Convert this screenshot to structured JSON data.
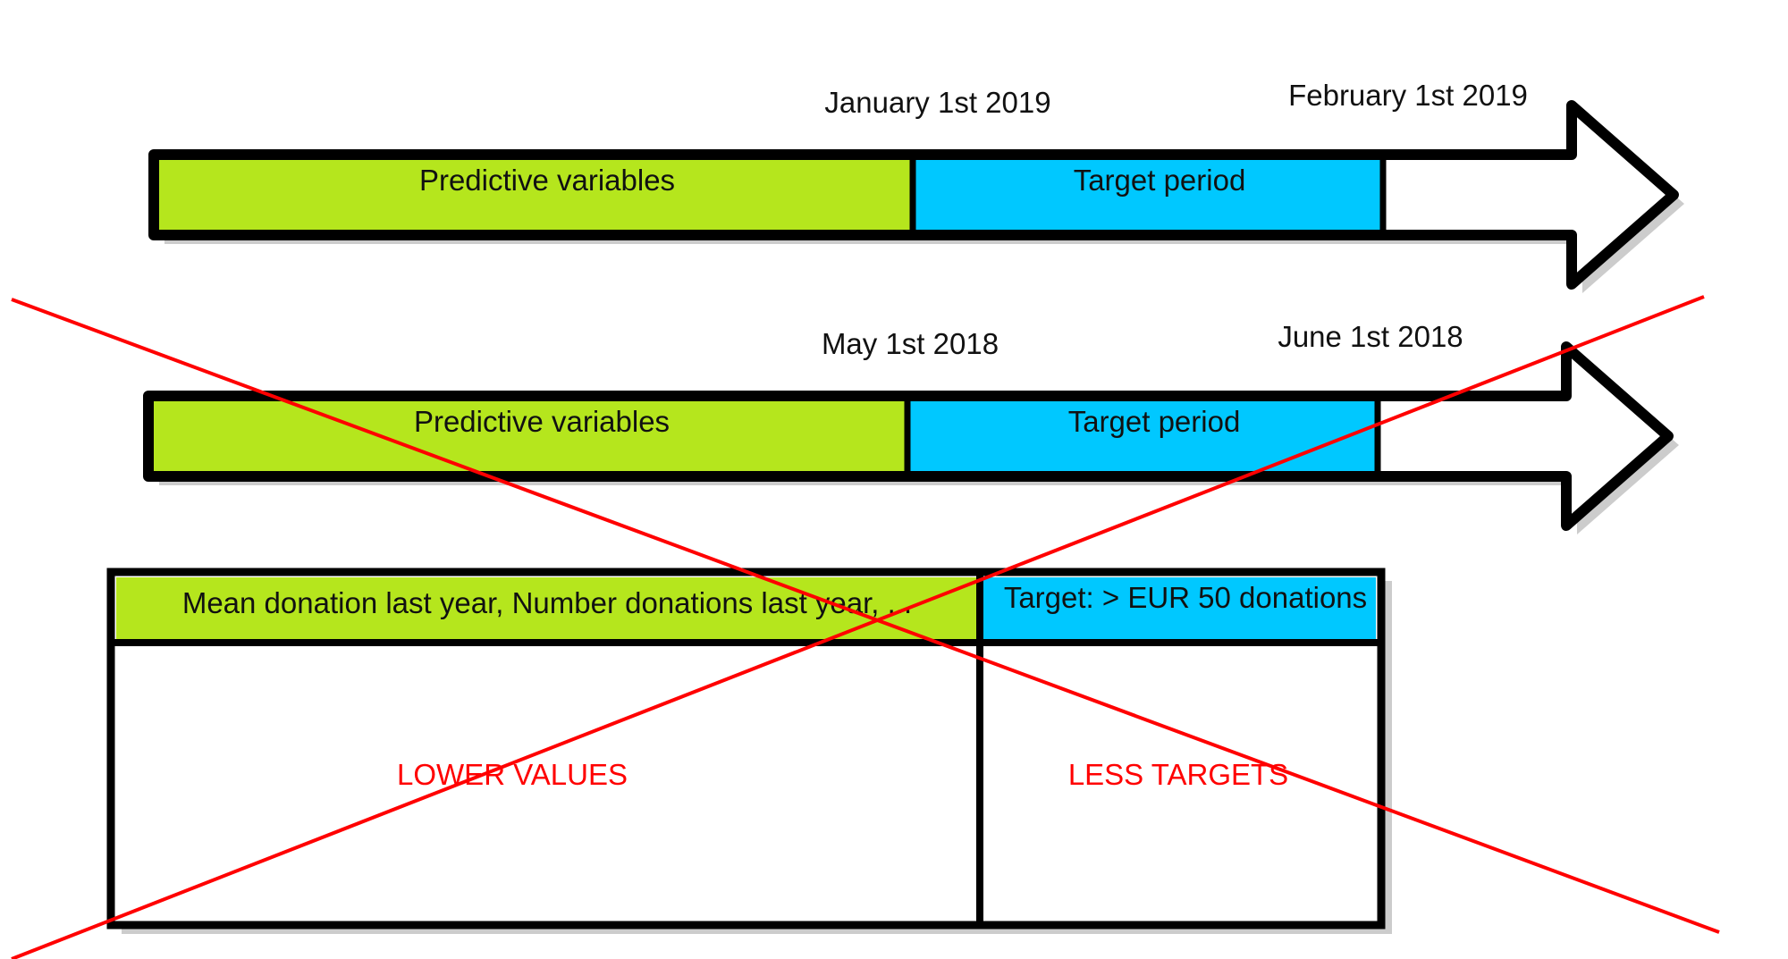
{
  "colors": {
    "predictive_fill": "#b5e61d",
    "target_fill": "#00c8ff",
    "outline": "#000000",
    "shadow": "#c8c8c8",
    "cross": "#ff0000"
  },
  "timelines": [
    {
      "start_date": "January 1st 2019",
      "end_date": "February 1st 2019",
      "predictive_label": "Predictive variables",
      "target_label": "Target period"
    },
    {
      "start_date": "May 1st 2018",
      "end_date": "June 1st 2018",
      "predictive_label": "Predictive variables",
      "target_label": "Target period"
    }
  ],
  "table": {
    "predictive_header": "Mean donation last year, Number donations last year, ...",
    "target_header": "Target: > EUR 50 donations",
    "predictive_note": "LOWER VALUES",
    "target_note": "LESS TARGETS"
  }
}
